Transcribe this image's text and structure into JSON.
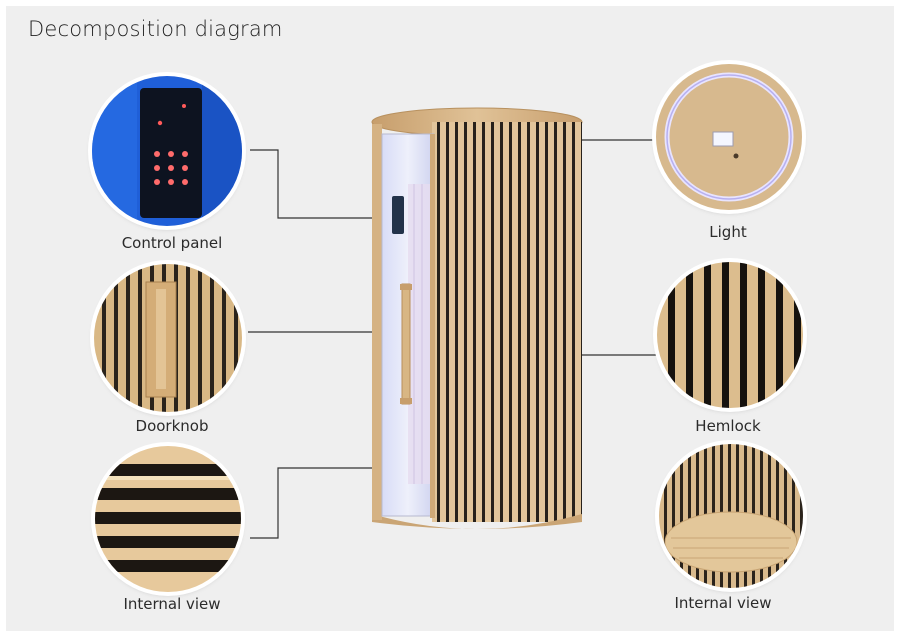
{
  "title": "Decomposition diagram",
  "callouts": {
    "control_panel": "Control panel",
    "doorknob": "Doorknob",
    "internal_view_left": "Internal view",
    "light": "Light",
    "hemlock": "Hemlock",
    "internal_view_right": "Internal view"
  },
  "colors": {
    "background": "#efefef",
    "wood": "#d9b88a",
    "slat_gap": "#1c1a17",
    "panel_blue": "#1d5fd6",
    "led_glow": "#c9c4ff"
  },
  "icons": [
    "control-panel-photo",
    "doorknob-photo",
    "internal-view-photo",
    "light-photo",
    "hemlock-photo",
    "sauna-cabin-illustration"
  ]
}
